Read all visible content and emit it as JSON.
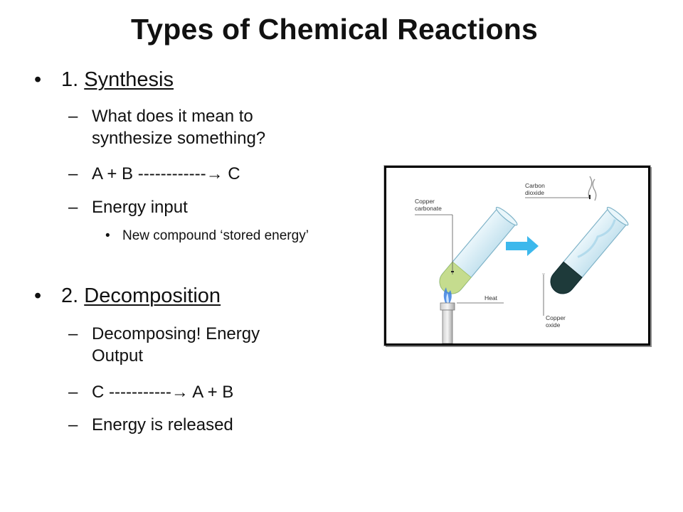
{
  "slide": {
    "title": "Types of Chemical Reactions",
    "synthesis": {
      "number": "1. ",
      "heading": "Synthesis",
      "points": [
        "What does it mean to synthesize something?",
        "A + B ------------→ C",
        "Energy input"
      ],
      "subpoint": "New compound ‘stored energy’"
    },
    "decomposition": {
      "number": "2. ",
      "heading": "Decomposition",
      "points": [
        "Decomposing! Energy Output",
        "C -----------→ A + B",
        "Energy is released"
      ]
    },
    "bullet_char": "•",
    "dash_char": "–",
    "figure": {
      "labels": {
        "copper_carbonate_1": "Copper",
        "copper_carbonate_2": "carbonate",
        "heat": "Heat",
        "carbon_dioxide_1": "Carbon",
        "carbon_dioxide_2": "dioxide",
        "copper_oxide_1": "Copper",
        "copper_oxide_2": "oxide"
      },
      "colors": {
        "copper_carbonate": "#c5dc8e",
        "copper_oxide": "#1e3a3a",
        "flame": "#3a7fe0",
        "arrow": "#3cb8ec",
        "tube_glass": "#dff1f8"
      }
    }
  }
}
